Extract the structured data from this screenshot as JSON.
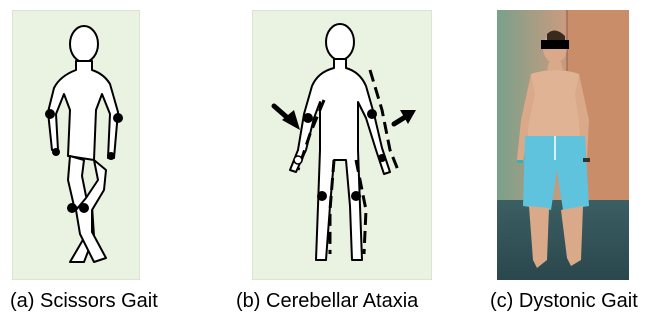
{
  "figure": {
    "panels": [
      {
        "caption": "(a) Scissors Gait",
        "illustration": "scissors-gait-figure",
        "background": "#eaf2e1"
      },
      {
        "caption": "(b) Cerebellar Ataxia",
        "illustration": "cerebellar-ataxia-figure",
        "background": "#eaf2e1"
      },
      {
        "caption": "(c) Dystonic Gait",
        "illustration": "dystonic-gait-photo"
      }
    ]
  }
}
